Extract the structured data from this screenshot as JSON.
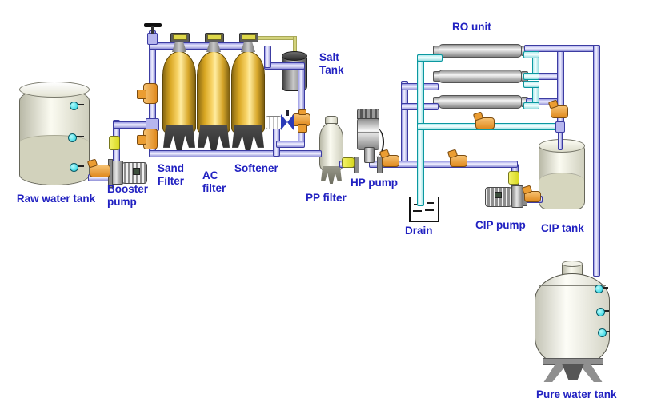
{
  "labels": {
    "raw_water_tank": "Raw water tank",
    "booster_pump": "Booster pump",
    "sand_filter": "Sand Filter",
    "ac_filter": "AC filter",
    "softener": "Softener",
    "salt_tank": "Salt Tank",
    "pp_filter": "PP filter",
    "hp_pump": "HP pump",
    "ro_unit": "RO unit",
    "drain": "Drain",
    "cip_pump": "CIP pump",
    "cip_tank": "CIP tank",
    "pure_water_tank": "Pure water tank"
  },
  "colors": {
    "label": "#2121c1",
    "pb": "#3c3ca2",
    "cb": "#0b98a0",
    "orange": "#eb9d32"
  }
}
